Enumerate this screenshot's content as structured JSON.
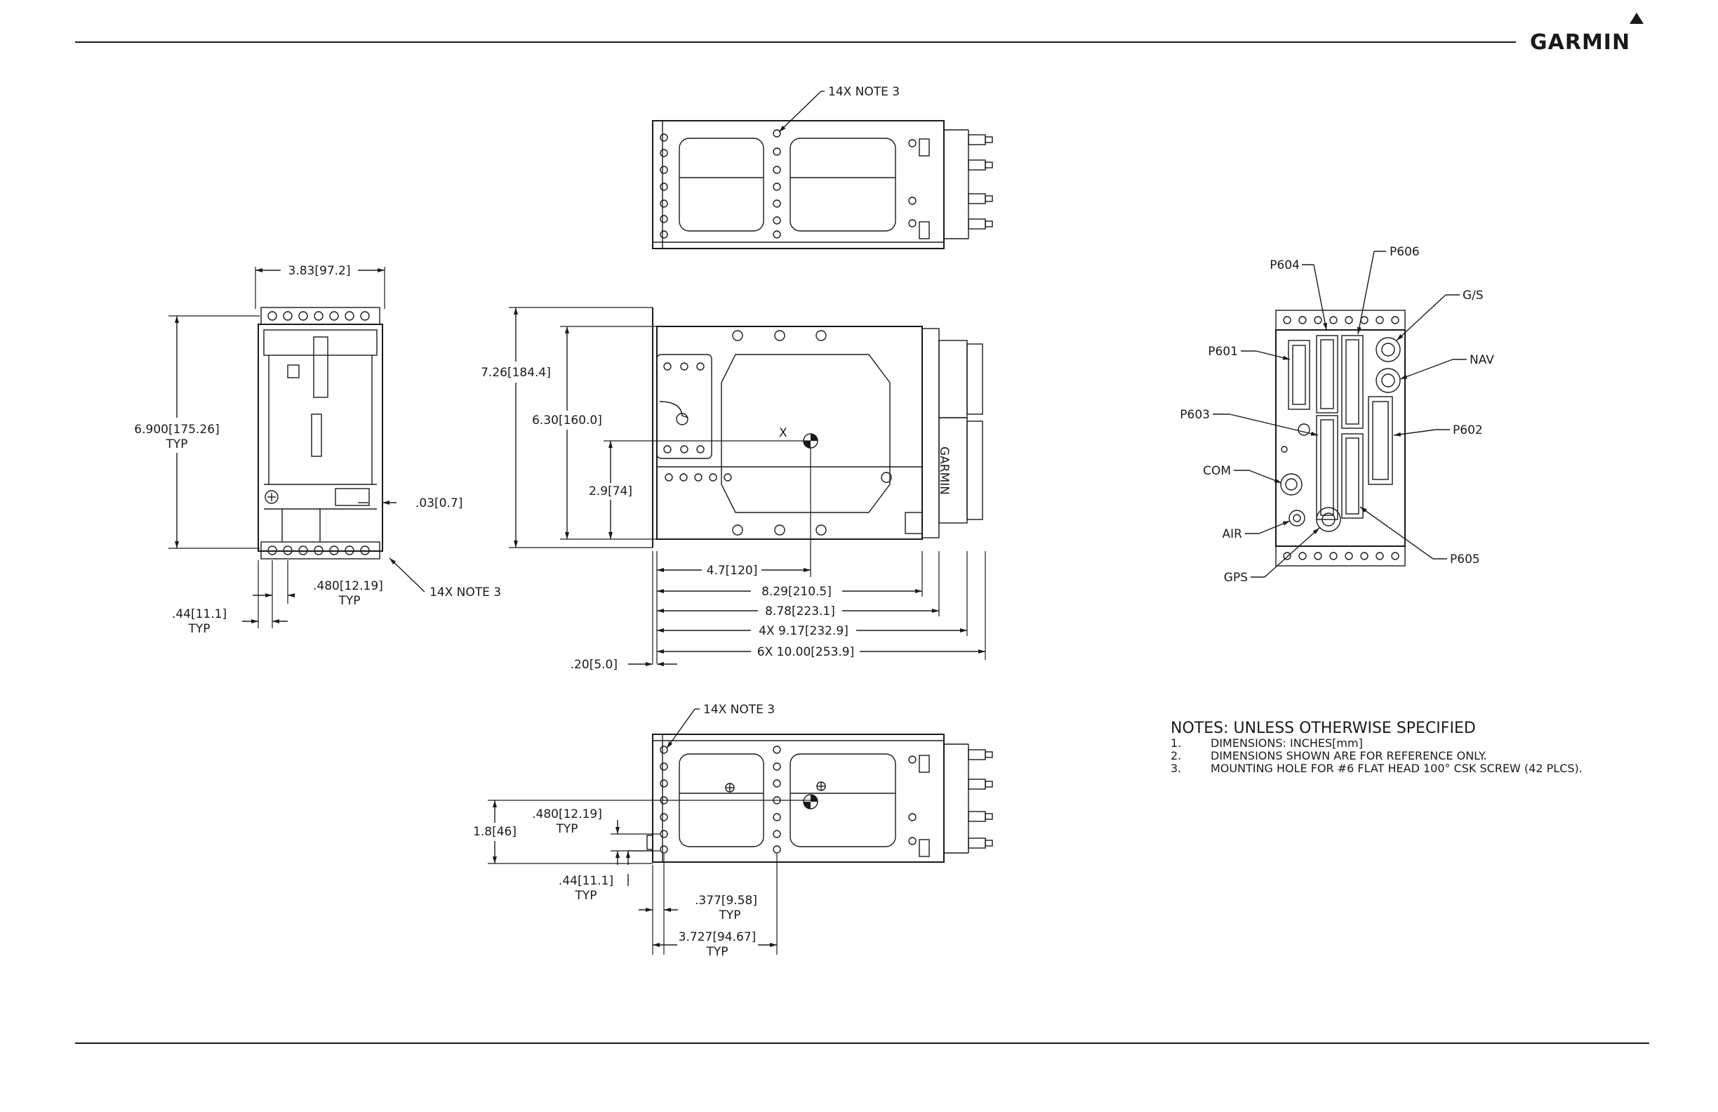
{
  "brand": {
    "name": "GARMIN"
  },
  "dimensions": {
    "left_width": "3.83[97.2]",
    "left_height": "6.900[175.26]",
    "left_height_typ": "TYP",
    "left_gap": ".03[0.7]",
    "left_pitch": ".480[12.19]",
    "left_pitch_typ": "TYP",
    "left_edge": ".44[11.1]",
    "left_edge_typ": "TYP",
    "left_holes_note": "14X NOTE 3",
    "side_height_outer": "7.26[184.4]",
    "side_height_inner": "6.30[160.0]",
    "side_cg_height": "2.9[74]",
    "side_cg_x": "4.7[120]",
    "side_len_1": "8.29[210.5]",
    "side_len_2": "8.78[223.1]",
    "side_len_3": "4X 9.17[232.9]",
    "side_len_4": "6X 10.00[253.9]",
    "side_flange": ".20[5.0]",
    "top_holes_note": "14X NOTE 3",
    "bottom_holes_note": "14X NOTE 3",
    "bottom_pitch": ".480[12.19]",
    "bottom_pitch_typ": "TYP",
    "bottom_height": "1.8[46]",
    "bottom_edge": ".44[11.1]",
    "bottom_edge_typ": "TYP",
    "bottom_377": ".377[9.58]",
    "bottom_377_typ": "TYP",
    "bottom_3727": "3.727[94.67]",
    "bottom_3727_typ": "TYP",
    "cg_mark": "X"
  },
  "connectors": {
    "p604": "P604",
    "p606": "P606",
    "gs": "G/S",
    "p601": "P601",
    "nav": "NAV",
    "p603": "P603",
    "p602": "P602",
    "com": "COM",
    "air": "AIR",
    "gps": "GPS",
    "p605": "P605"
  },
  "notes": {
    "title": "NOTES:  UNLESS OTHERWISE SPECIFIED",
    "items": [
      {
        "num": "1.",
        "text": "DIMENSIONS:  INCHES[mm]"
      },
      {
        "num": "2.",
        "text": "DIMENSIONS SHOWN ARE FOR REFERENCE ONLY."
      },
      {
        "num": "3.",
        "text": "MOUNTING HOLE FOR #6 FLAT HEAD 100° CSK SCREW (42 PLCS)."
      }
    ]
  }
}
